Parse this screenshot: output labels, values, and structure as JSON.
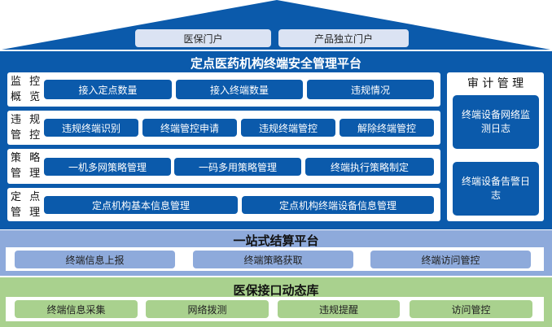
{
  "portals": [
    "医保门户",
    "产品独立门户"
  ],
  "main": {
    "title": "定点医药机构终端安全管理平台",
    "rows": [
      {
        "label": [
          "监 控",
          "概 览"
        ],
        "items": [
          "接入定点数量",
          "接入终端数量",
          "违规情况"
        ]
      },
      {
        "label": [
          "违 规",
          "管 控"
        ],
        "items": [
          "违规终端识别",
          "终端管控申请",
          "违规终端管控",
          "解除终端管控"
        ]
      },
      {
        "label": [
          "策 略",
          "管 理"
        ],
        "items": [
          "一机多网策略管理",
          "一码多用策略管理",
          "终端执行策略制定"
        ]
      },
      {
        "label": [
          "定 点",
          "管 理"
        ],
        "items": [
          "定点机构基本信息管理",
          "定点机构终端设备信息管理"
        ]
      }
    ],
    "audit": {
      "title": "审 计 管 理",
      "items": [
        "终端设备网络监测日志",
        "终端设备告警日志"
      ]
    }
  },
  "settlement": {
    "title": "一站式结算平台",
    "items": [
      "终端信息上报",
      "终端策略获取",
      "终端访问管控"
    ]
  },
  "dynamic_lib": {
    "title": "医保接口动态库",
    "items": [
      "终端信息采集",
      "网络拨测",
      "违规提醒",
      "访问管控"
    ]
  },
  "colors": {
    "primary": "#0b5aab",
    "settlement": "#8eaadb",
    "library": "#a9d18e",
    "portal": "#dbe3f3"
  }
}
